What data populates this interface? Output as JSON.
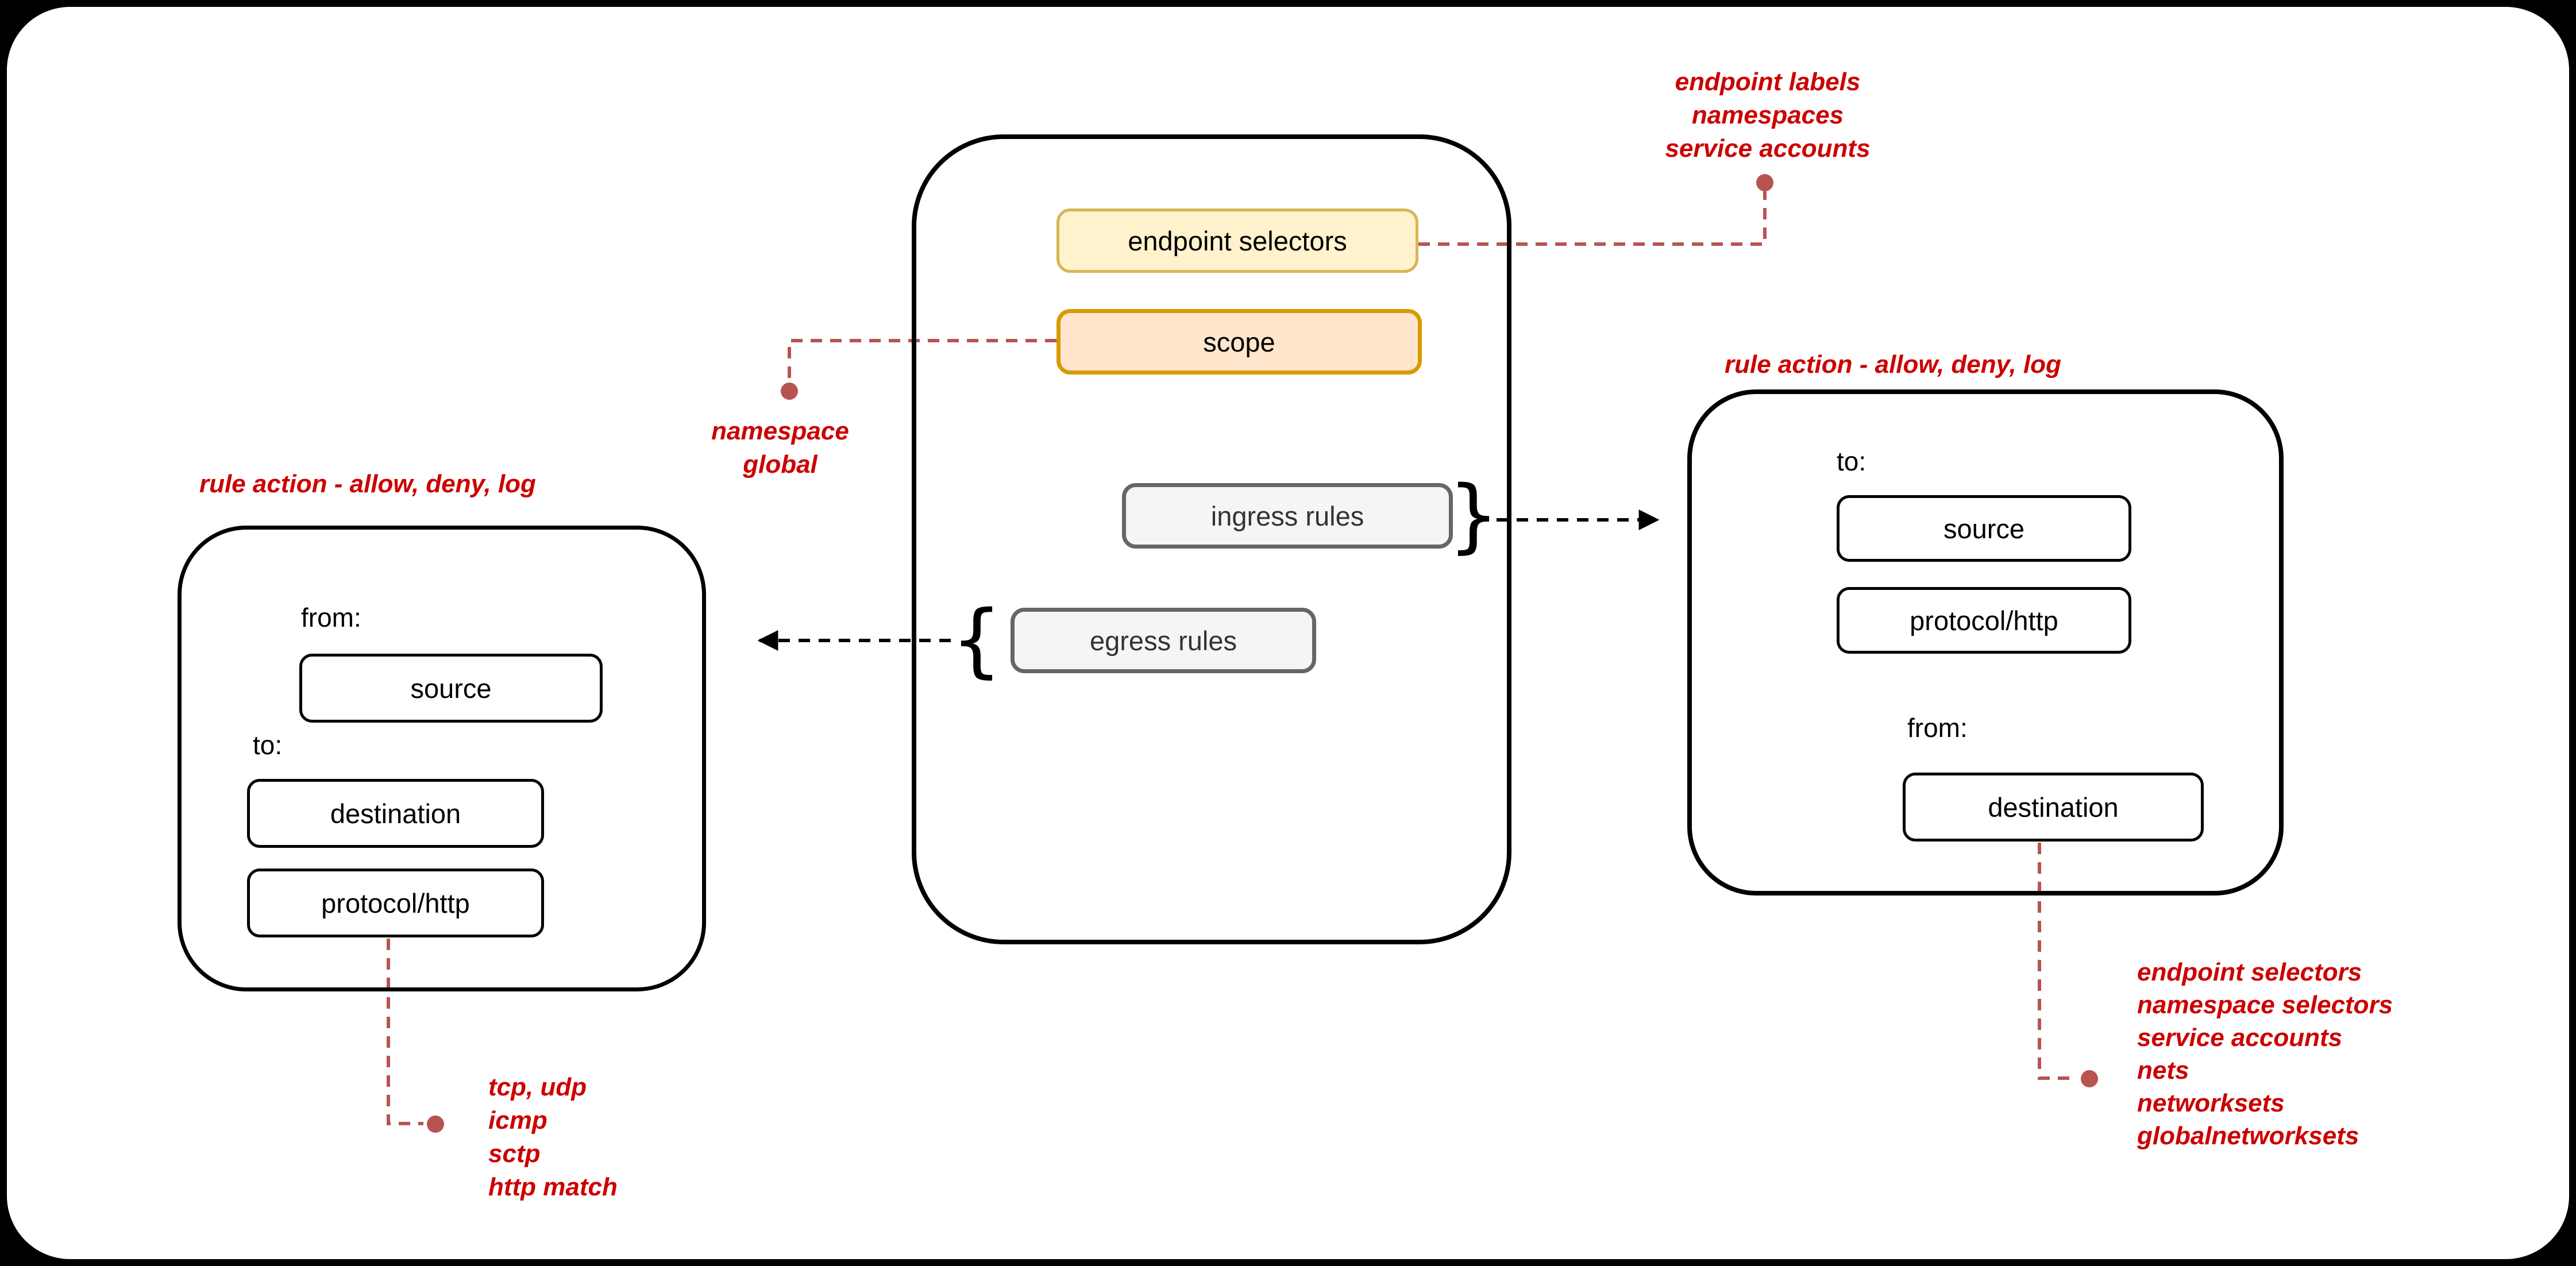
{
  "colors": {
    "annotation_red": "#CC0000",
    "connector_red": "#B85450",
    "endpoint_selectors_fill": "#FFF2CC",
    "endpoint_selectors_border": "#D6B656",
    "scope_fill": "#FFE6CC",
    "scope_border": "#D79B00",
    "rules_fill": "#F5F5F5",
    "rules_border": "#666666",
    "outline_black": "#000000"
  },
  "center_policy": {
    "endpoint_selectors": "endpoint selectors",
    "scope": "scope",
    "ingress_rules": "ingress rules",
    "egress_rules": "egress rules",
    "ingress_brace": "}",
    "egress_brace": "{"
  },
  "left_card": {
    "title": "rule action - allow, deny, log",
    "from_label": "from:",
    "source": "source",
    "to_label": "to:",
    "destination": "destination",
    "protocol": "protocol/http"
  },
  "right_card": {
    "title": "rule action - allow, deny, log",
    "to_label": "to:",
    "source": "source",
    "protocol": "protocol/http",
    "from_label": "from:",
    "destination": "destination"
  },
  "annotations": {
    "endpoint_selectors_note": {
      "lines": [
        "endpoint labels",
        "namespaces",
        "service accounts"
      ]
    },
    "scope_note": {
      "lines": [
        "namespace",
        "global"
      ]
    },
    "protocol_note": {
      "lines": [
        "tcp, udp",
        "icmp",
        "sctp",
        "http match"
      ]
    },
    "destination_note": {
      "lines": [
        "endpoint selectors",
        "namespace selectors",
        "service accounts",
        "nets",
        "networksets",
        "globalnetworksets"
      ]
    }
  }
}
